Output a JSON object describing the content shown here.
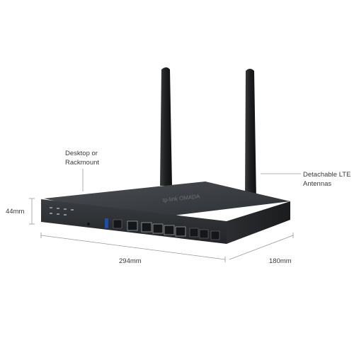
{
  "labels": {
    "desktop_line1": "Desktop or",
    "desktop_line2": "Rackmount",
    "antenna_line1": "Detachable LTE",
    "antenna_line2": "Antennas",
    "height": "44mm",
    "width": "294mm",
    "depth": "180mm"
  },
  "colors": {
    "background": "#ffffff",
    "device_body": "#2f3235",
    "device_top": "#3c4044",
    "antenna": "#1e1f21",
    "dimension_line": "#9a9a9a",
    "label_text": "#3a3a3a"
  }
}
